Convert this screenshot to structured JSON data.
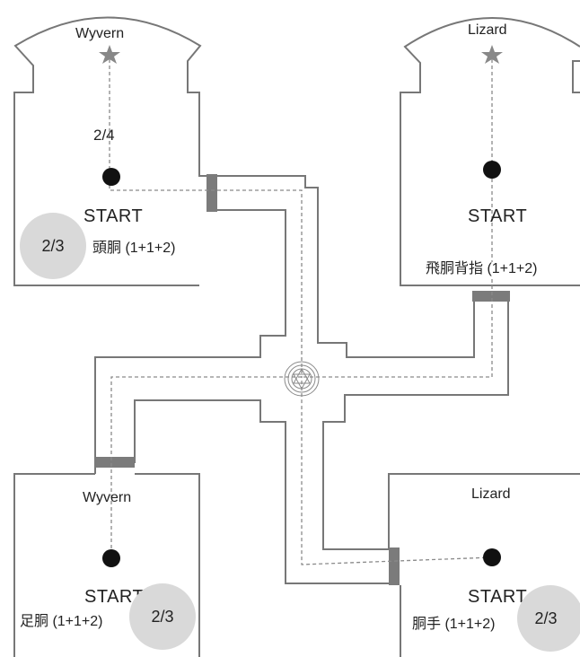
{
  "map": {
    "colors": {
      "wall": "#777777",
      "route": "#8a8a8a",
      "door": "#7b7b7b",
      "badge": "#d9d9d9",
      "node": "#111111",
      "star": "#888888"
    },
    "rooms": [
      {
        "id": "top-left",
        "monster": "Wyvern",
        "start": "START",
        "parts": "頭胴 (1+1+2)",
        "ratio": "2/3",
        "route_ratio": "2/4",
        "has_star": true
      },
      {
        "id": "top-right",
        "monster": "Lizard",
        "start": "START",
        "parts": "飛胴背指 (1+1+2)",
        "ratio": "",
        "has_star": true
      },
      {
        "id": "bottom-left",
        "monster": "Wyvern",
        "start": "START",
        "parts": "足胴 (1+1+2)",
        "ratio": "2/3",
        "has_star": false
      },
      {
        "id": "bottom-right",
        "monster": "Lizard",
        "start": "START",
        "parts": "胴手 (1+1+2)",
        "ratio": "2/3",
        "has_star": false
      }
    ],
    "center": {
      "icon": "magic-circle-icon"
    }
  }
}
